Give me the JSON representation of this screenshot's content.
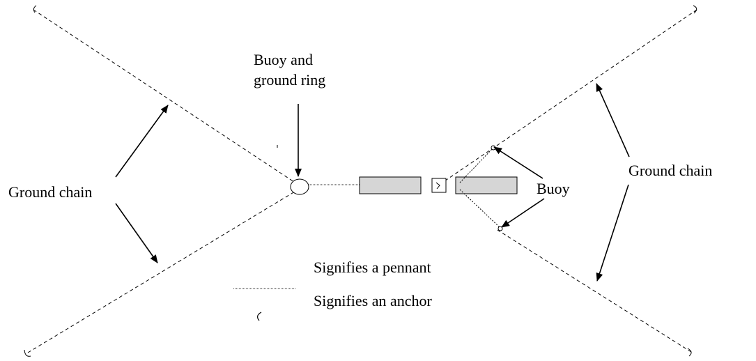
{
  "labels": {
    "buoy_ground_ring": [
      "Buoy and",
      "ground ring"
    ],
    "ground_chain_left": "Ground chain",
    "ground_chain_right": "Ground chain",
    "buoy": "Buoy",
    "legend_pennant": "Signifies a pennant",
    "legend_anchor": "Signifies an anchor"
  },
  "colors": {
    "line": "#000000",
    "vessel_fill": "#d6d6d6",
    "pennant_line": "#555555"
  }
}
